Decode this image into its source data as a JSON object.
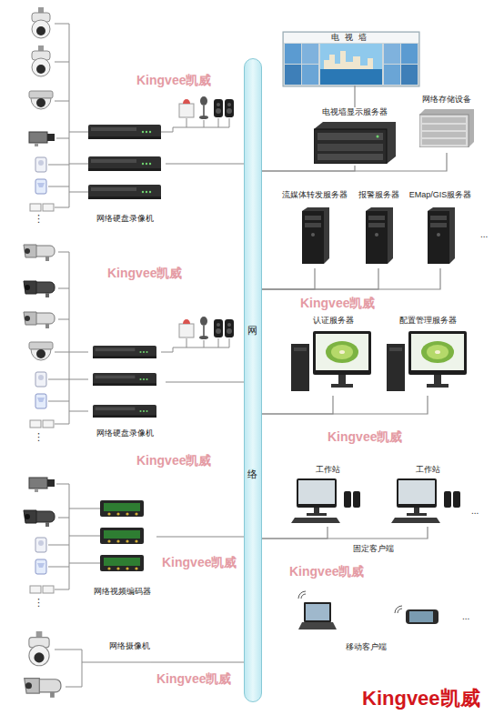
{
  "diagram": {
    "nodes": [
      {
        "text": [
          "网络硬盘录像机"
        ]
      },
      {
        "text": [
          "网",
          "络"
        ]
      },
      {
        "text": [
          "电视墙"
        ]
      },
      {
        "text": [
          "电视墙显示服务器"
        ]
      },
      {
        "text": [
          "网络存储设备"
        ]
      },
      {
        "text": [
          "流媒体转发服务器"
        ]
      },
      {
        "text": [
          "报警服务器"
        ]
      },
      {
        "text": [
          "EMap/GIS服务器"
        ]
      },
      {
        "text": [
          "认证服务器"
        ]
      },
      {
        "text": [
          "配置管理服务器"
        ]
      },
      {
        "text": [
          "网络硬盘录像机"
        ]
      },
      {
        "text": [
          "工作站"
        ]
      },
      {
        "text": [
          "工作站"
        ]
      },
      {
        "text": [
          "网络视频编码器"
        ]
      },
      {
        "text": [
          "网络摄像机"
        ]
      }
    ],
    "edges": [
      {
        "from": 0,
        "to": 1,
        "arrow": "none"
      },
      {
        "from": 3,
        "to": 2,
        "arrow": "none"
      },
      {
        "from": 3,
        "to": 1,
        "arrow": "none"
      },
      {
        "from": 4,
        "to": 1,
        "arrow": "none"
      },
      {
        "from": 5,
        "to": 1,
        "arrow": "none"
      },
      {
        "from": 6,
        "to": 1,
        "arrow": "none"
      },
      {
        "from": 7,
        "to": 1,
        "arrow": "none"
      },
      {
        "from": 8,
        "to": 1,
        "arrow": "none"
      },
      {
        "from": 9,
        "to": 1,
        "arrow": "none"
      },
      {
        "from": 10,
        "to": 1,
        "arrow": "none"
      },
      {
        "from": 11,
        "to": 1,
        "arrow": "none"
      },
      {
        "from": 12,
        "to": 1,
        "arrow": "none"
      },
      {
        "from": 13,
        "to": 1,
        "arrow": "none"
      },
      {
        "from": 14,
        "to": 1,
        "arrow": "none"
      }
    ],
    "labels": [
      "⋮",
      "⋮",
      "⋮",
      "...",
      "...",
      "...",
      "固定客户端",
      "移动客户端",
      "Kingvee凯威",
      "Kingvee凯威",
      "Kingvee凯威",
      "Kingvee凯威",
      "Kingvee凯威",
      "Kingvee凯威",
      "Kingvee凯威",
      "Kingvee凯威",
      "Kingvee凯威"
    ]
  }
}
